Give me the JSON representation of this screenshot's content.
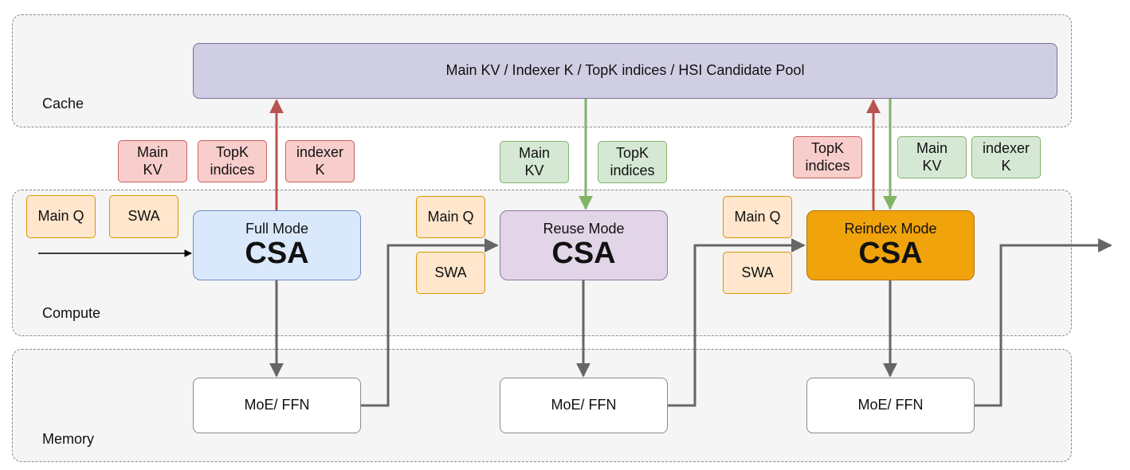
{
  "regions": {
    "cache_label": "Cache",
    "compute_label": "Compute",
    "memory_label": "Memory"
  },
  "cache_pool": "Main KV /  Indexer K / TopK indices / HSI Candidate Pool",
  "stages": [
    {
      "mode": "Full Mode",
      "name": "CSA",
      "inputs": [
        "Main Q",
        "SWA"
      ],
      "writes": [
        "Main\nKV",
        "TopK\nindices",
        "indexer\nK"
      ],
      "reads": [],
      "ffn": "MoE/ FFN"
    },
    {
      "mode": "Reuse Mode",
      "name": "CSA",
      "inputs": [
        "Main Q",
        "SWA"
      ],
      "writes": [],
      "reads": [
        "Main\nKV",
        "TopK\nindices"
      ],
      "ffn": "MoE/ FFN"
    },
    {
      "mode": "Reindex Mode",
      "name": "CSA",
      "inputs": [
        "Main Q",
        "SWA"
      ],
      "writes": [
        "TopK\nindices"
      ],
      "reads": [
        "Main\nKV",
        "indexer\nK"
      ],
      "ffn": "MoE/ FFN"
    }
  ],
  "colors": {
    "write_arrow": "#b85450",
    "read_arrow": "#82b366",
    "flow_arrow": "#666666"
  }
}
